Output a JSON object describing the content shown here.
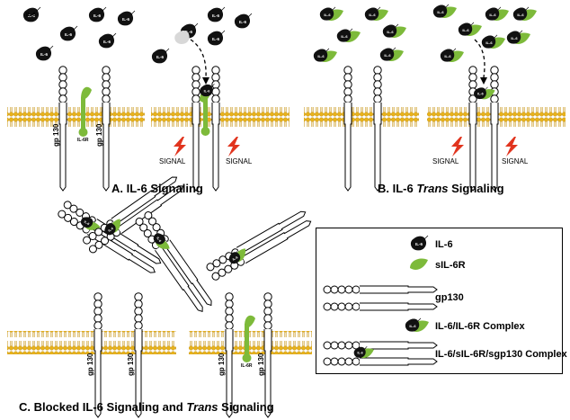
{
  "colors": {
    "membrane": "#E8B21A",
    "il6": "#111111",
    "receptor_green": "#7DBA3A",
    "signal_red": "#E1341E",
    "ghost": "#D8D8D8"
  },
  "panel_a": {
    "title_pre": "A. IL-6 Signaling",
    "gp130_label": "gp 130",
    "il6r_label": "IL-6R",
    "signal_label": "SIGNAL",
    "il6_label": "IL-6"
  },
  "panel_b": {
    "title_pre": "B. IL-6 ",
    "title_italic": "Trans",
    "title_post": " Signaling",
    "signal_label": "SIGNAL",
    "il6_label": "IL-6"
  },
  "panel_c": {
    "title_pre": "C. Blocked IL-6 Signaling and ",
    "title_italic": "Trans",
    "title_post": " Signaling",
    "gp130_label": "gp 130",
    "il6r_label": "IL-6R"
  },
  "legend": {
    "il6": "IL-6",
    "sil6r": "sIL-6R",
    "gp130": "gp130",
    "complex": "IL-6/IL-6R Complex",
    "sgp130_complex": "IL-6/sIL-6R/sgp130 Complex"
  }
}
